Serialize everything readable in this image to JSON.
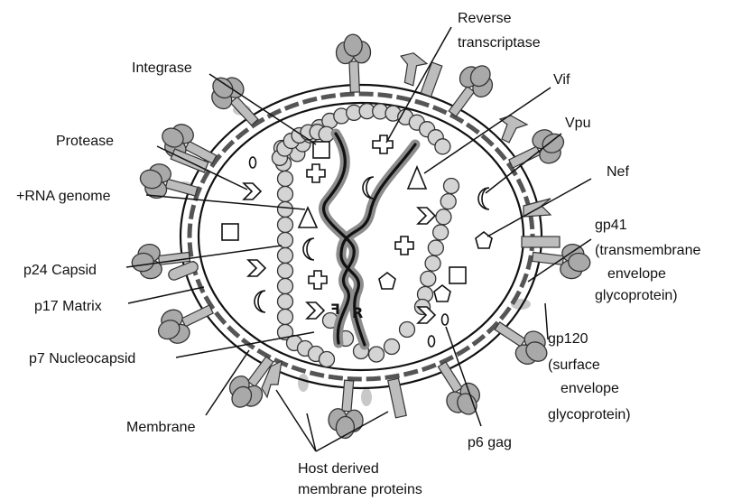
{
  "labels": {
    "reverse_transcriptase_line1": "Reverse",
    "reverse_transcriptase_line2": "transcriptase",
    "integrase": "Integrase",
    "vif": "Vif",
    "vpu": "Vpu",
    "protease": "Protease",
    "nef": "Nef",
    "rna_genome": "+RNA  genome",
    "gp41_line1": "gp41",
    "gp41_line2": "(transmembrane",
    "gp41_line3": "envelope",
    "gp41_line4": "glycoprotein)",
    "p24_capsid": "p24  Capsid",
    "p17_matrix": "p17  Matrix",
    "gp120_line1": "gp120",
    "gp120_line2": "(surface",
    "gp120_line3": "envelope",
    "gp120_line4": "glycoprotein)",
    "p7_nucleocapsid": "p7  Nucleocapsid",
    "membrane": "Membrane",
    "p6_gag": "p6 gag",
    "host_line1": "Host  derived",
    "host_line2": "membrane    proteins"
  },
  "colors": {
    "membrane_stroke": "#111111",
    "capsid_bead": "#d4d4d4",
    "spike": "#a9a9a9",
    "rna_shadow": "#8c8c8c",
    "rna_strand": "#111111"
  }
}
